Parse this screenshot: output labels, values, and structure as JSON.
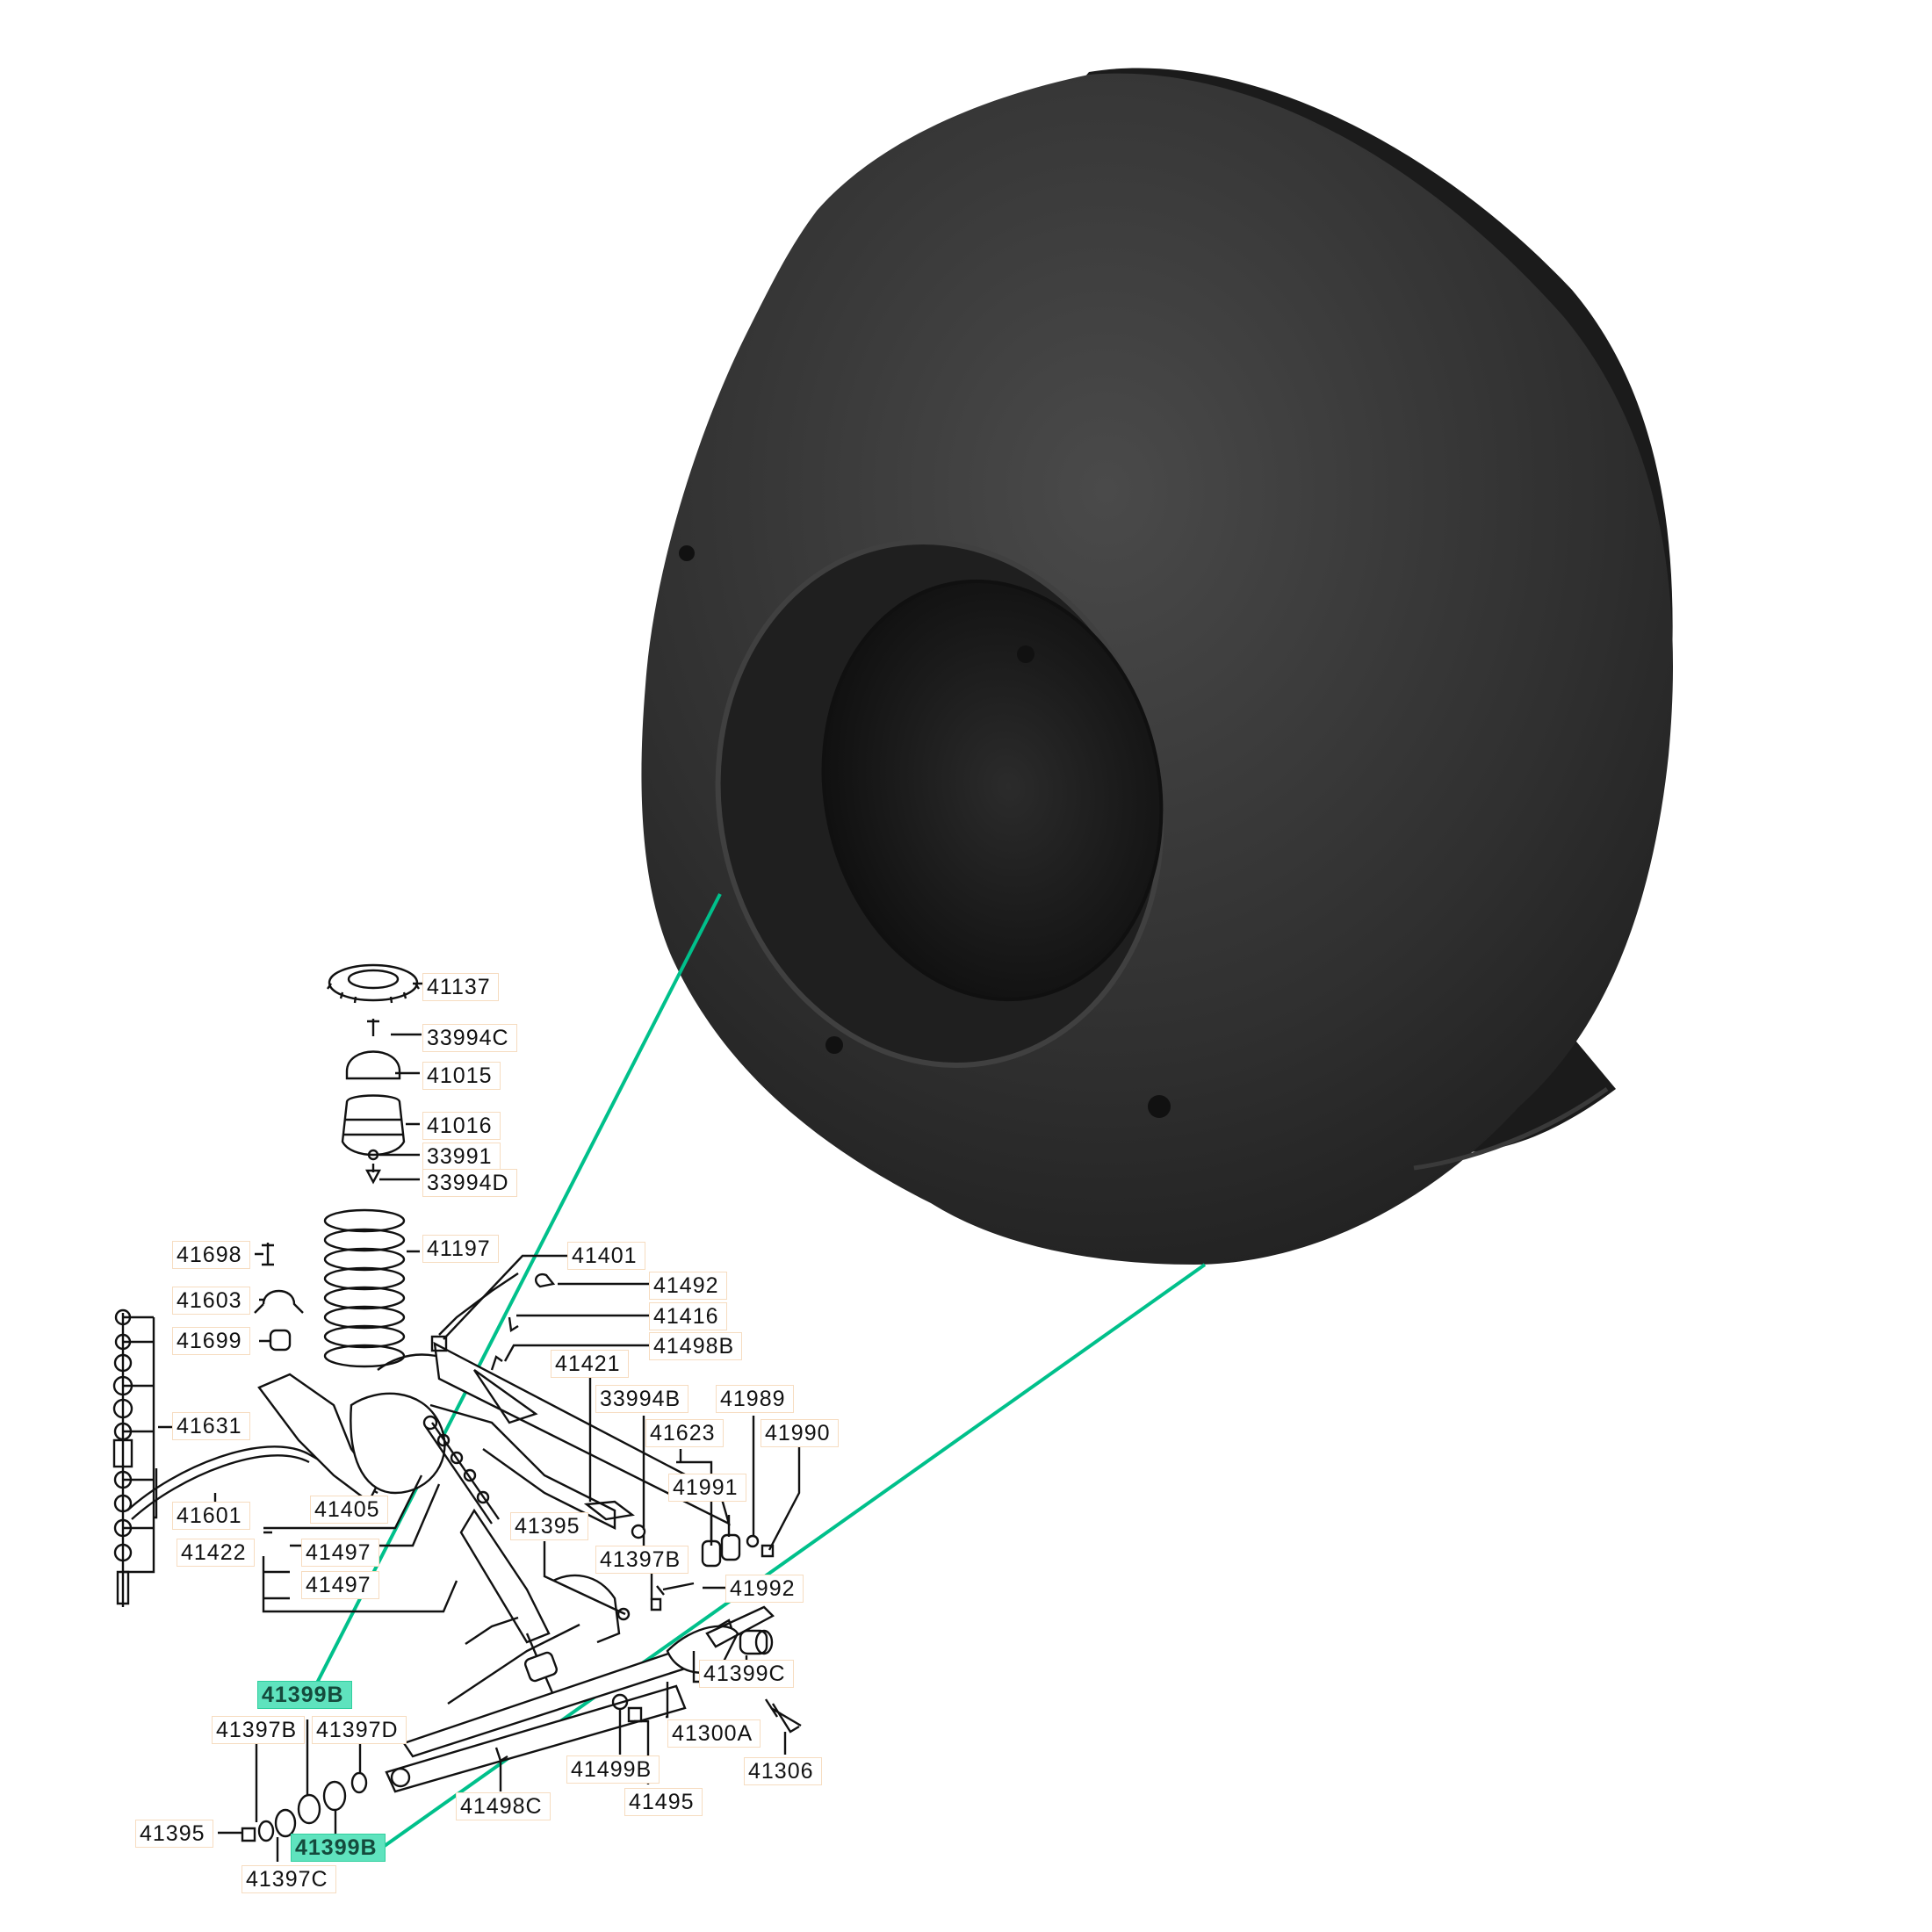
{
  "colors": {
    "leader": "#00c08b",
    "highlight": "#5fe3be",
    "rubber": "#2a2a2a",
    "line_art": "#111111"
  },
  "callouts": {
    "p41137": "41137",
    "p33994C": "33994C",
    "p41015": "41015",
    "p41016": "41016",
    "p33991": "33991",
    "p33994D": "33994D",
    "p41698": "41698",
    "p41197": "41197",
    "p41401": "41401",
    "p41492": "41492",
    "p41603": "41603",
    "p41416": "41416",
    "p41699": "41699",
    "p41498B": "41498B",
    "p41421": "41421",
    "p33994B": "33994B",
    "p41989": "41989",
    "p41631": "41631",
    "p41623": "41623",
    "p41990": "41990",
    "p41991": "41991",
    "p41601": "41601",
    "p41405": "41405",
    "p41395_mid": "41395",
    "p41422": "41422",
    "p41497_a": "41497",
    "p41397B_mid": "41397B",
    "p41497_b": "41497",
    "p41992": "41992",
    "p41399C": "41399C",
    "p41399B_top": "41399B",
    "p41300A": "41300A",
    "p41397B_low": "41397B",
    "p41397D": "41397D",
    "p41499B": "41499B",
    "p41306": "41306",
    "p41498C": "41498C",
    "p41495": "41495",
    "p41395_low": "41395",
    "p41399B_bottom": "41399B",
    "p41397C": "41397C"
  }
}
